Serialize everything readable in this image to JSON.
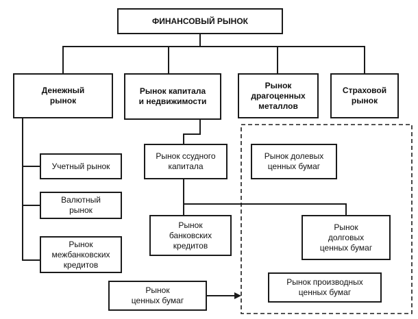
{
  "root": {
    "label": "ФИНАНСОВЫЙ РЫНОК"
  },
  "top_level": [
    {
      "label": "Денежный\nрынок"
    },
    {
      "label": "Рынок капитала\nи недвижимости"
    },
    {
      "label": "Рынок\nдрагоценных\nметаллов"
    },
    {
      "label": "Страховой\nрынок"
    }
  ],
  "money_market": [
    {
      "label": "Учетный рынок"
    },
    {
      "label": "Валютный\nрынок"
    },
    {
      "label": "Рынок\nмежбанковских\nкредитов"
    }
  ],
  "capital_market": {
    "loan_capital": {
      "label": "Рынок ссудного\nкапитала"
    },
    "bank_loans": {
      "label": "Рынок\nбанковских\nкредитов"
    }
  },
  "securities_group": {
    "equity": {
      "label": "Рынок долевых\nценных бумаг"
    },
    "debt": {
      "label": "Рынок\nдолговых\nценных бумаг"
    },
    "derivatives": {
      "label": "Рынок производных\nценных бумаг"
    }
  },
  "securities_market": {
    "label": "Рынок\nценных бумаг"
  }
}
